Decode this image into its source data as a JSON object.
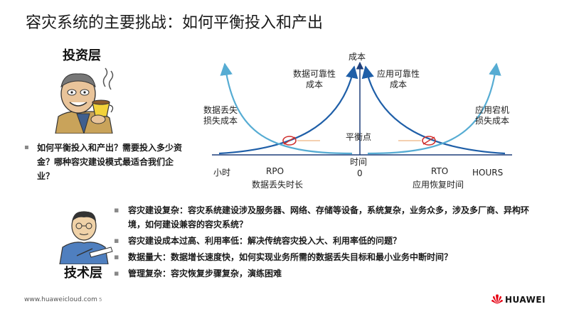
{
  "title": "容灾系统的主要挑战：如何平衡投入和产出",
  "invest_layer": {
    "label": "投资层",
    "bullet": "如何平衡投入和产出？需要投入多少资金？哪种容灾建设模式最适合我们企业？"
  },
  "tech_layer": {
    "label": "技术层",
    "bullets": [
      "容灾建设复杂：容灾系统建设涉及服务器、网络、存储等设备，系统复杂，业务众多，涉及多厂商、异构环境，如何建设兼容的容灾系统？",
      "容灾建设成本过高、利用率低：解决传统容灾投入大、利用率低的问题？",
      "数据量大：数据增长速度快，如何实现业务所需的数据丢失目标和最小业务中断时间？",
      "管理复杂：容灾恢复步骤复杂，演练困难"
    ]
  },
  "chart": {
    "y_axis": "成本",
    "left_high": "数据可靠性\n成本",
    "right_high": "应用可靠性\n成本",
    "left_loss": "数据丢失\n损失成本",
    "right_loss": "应用宕机\n损失成本",
    "balance": "平衡点",
    "time": "时间",
    "zero": "0",
    "left_end": "小时",
    "right_end": "HOURS",
    "rpo": "RPO",
    "rto": "RTO",
    "rpo_desc": "数据丢失时长",
    "rto_desc": "应用恢复时间",
    "colors": {
      "dark_curve": "#1f5fa8",
      "light_curve": "#56acd3",
      "balance_mark": "#d0302e",
      "axis": "#1f3f7a"
    }
  },
  "footer": {
    "url": "www.huaweicloud.com",
    "page": "5",
    "brand": "HUAWEI"
  }
}
